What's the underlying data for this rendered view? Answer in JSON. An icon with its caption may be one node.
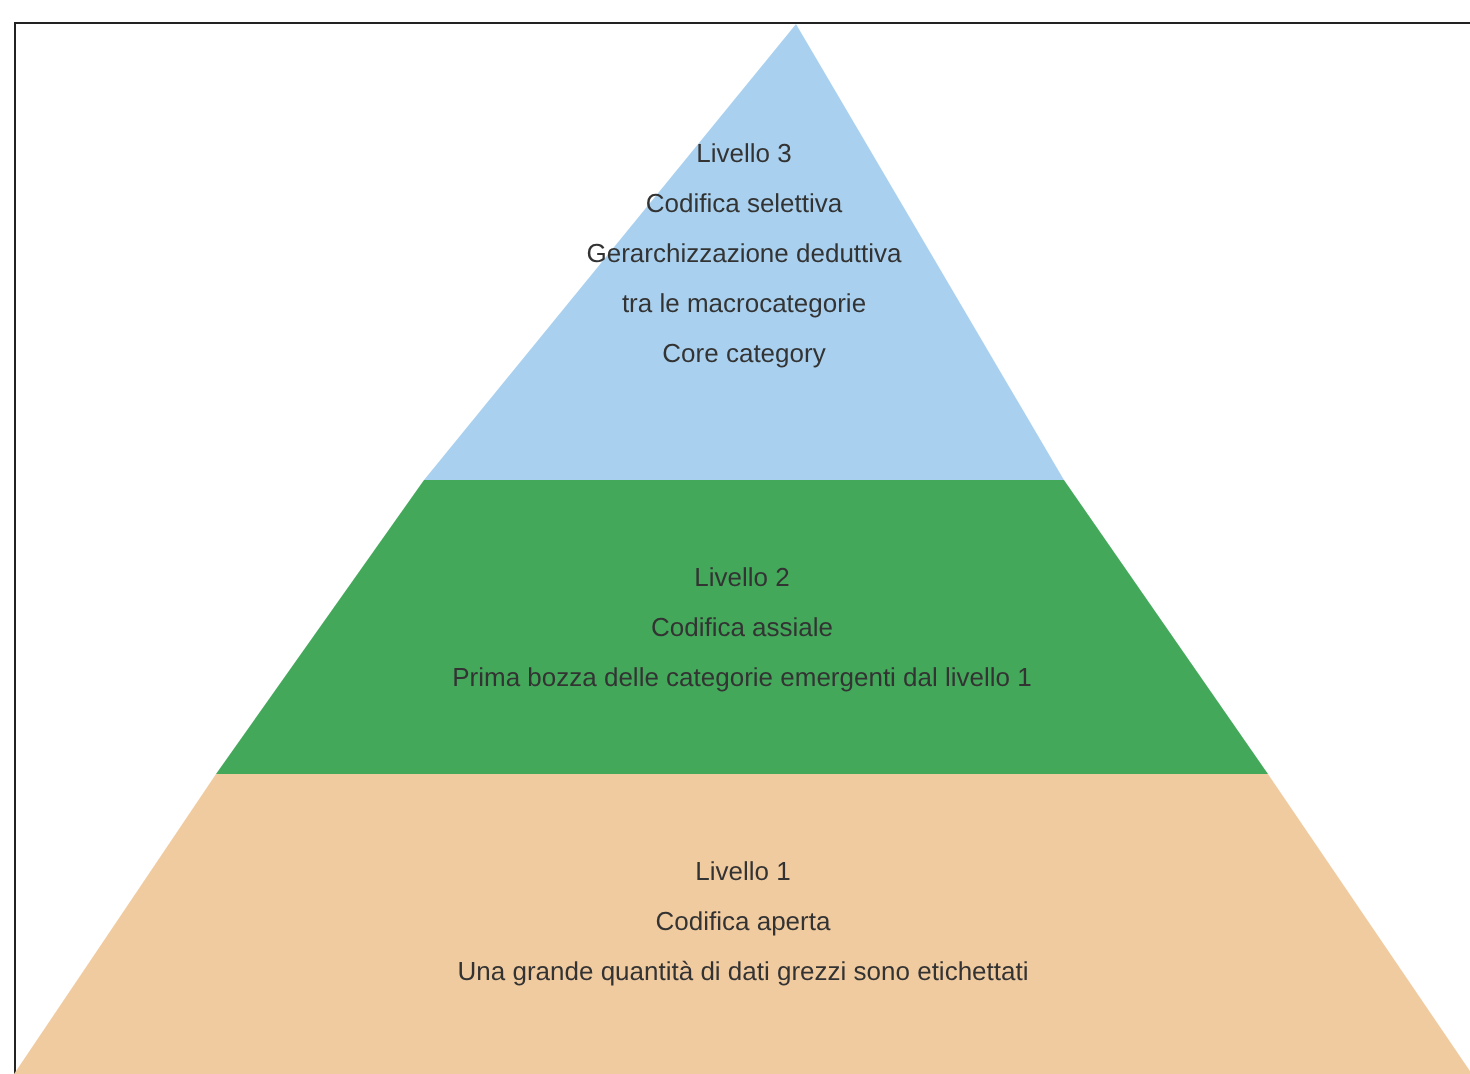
{
  "diagram": {
    "nodes": [
      {
        "text": [
          "Livello 3",
          "Codifica selettiva",
          "Gerarchizzazione deduttiva tra le macrocategorie",
          "Core category"
        ]
      },
      {
        "text": [
          "Livello 2",
          "Codifica assiale",
          "Prima bozza delle categorie emergenti dal livello 1"
        ]
      },
      {
        "text": [
          "Livello 1",
          "Codifica aperta",
          "Una grande quantità di dati grezzi sono etichettati"
        ]
      }
    ]
  }
}
